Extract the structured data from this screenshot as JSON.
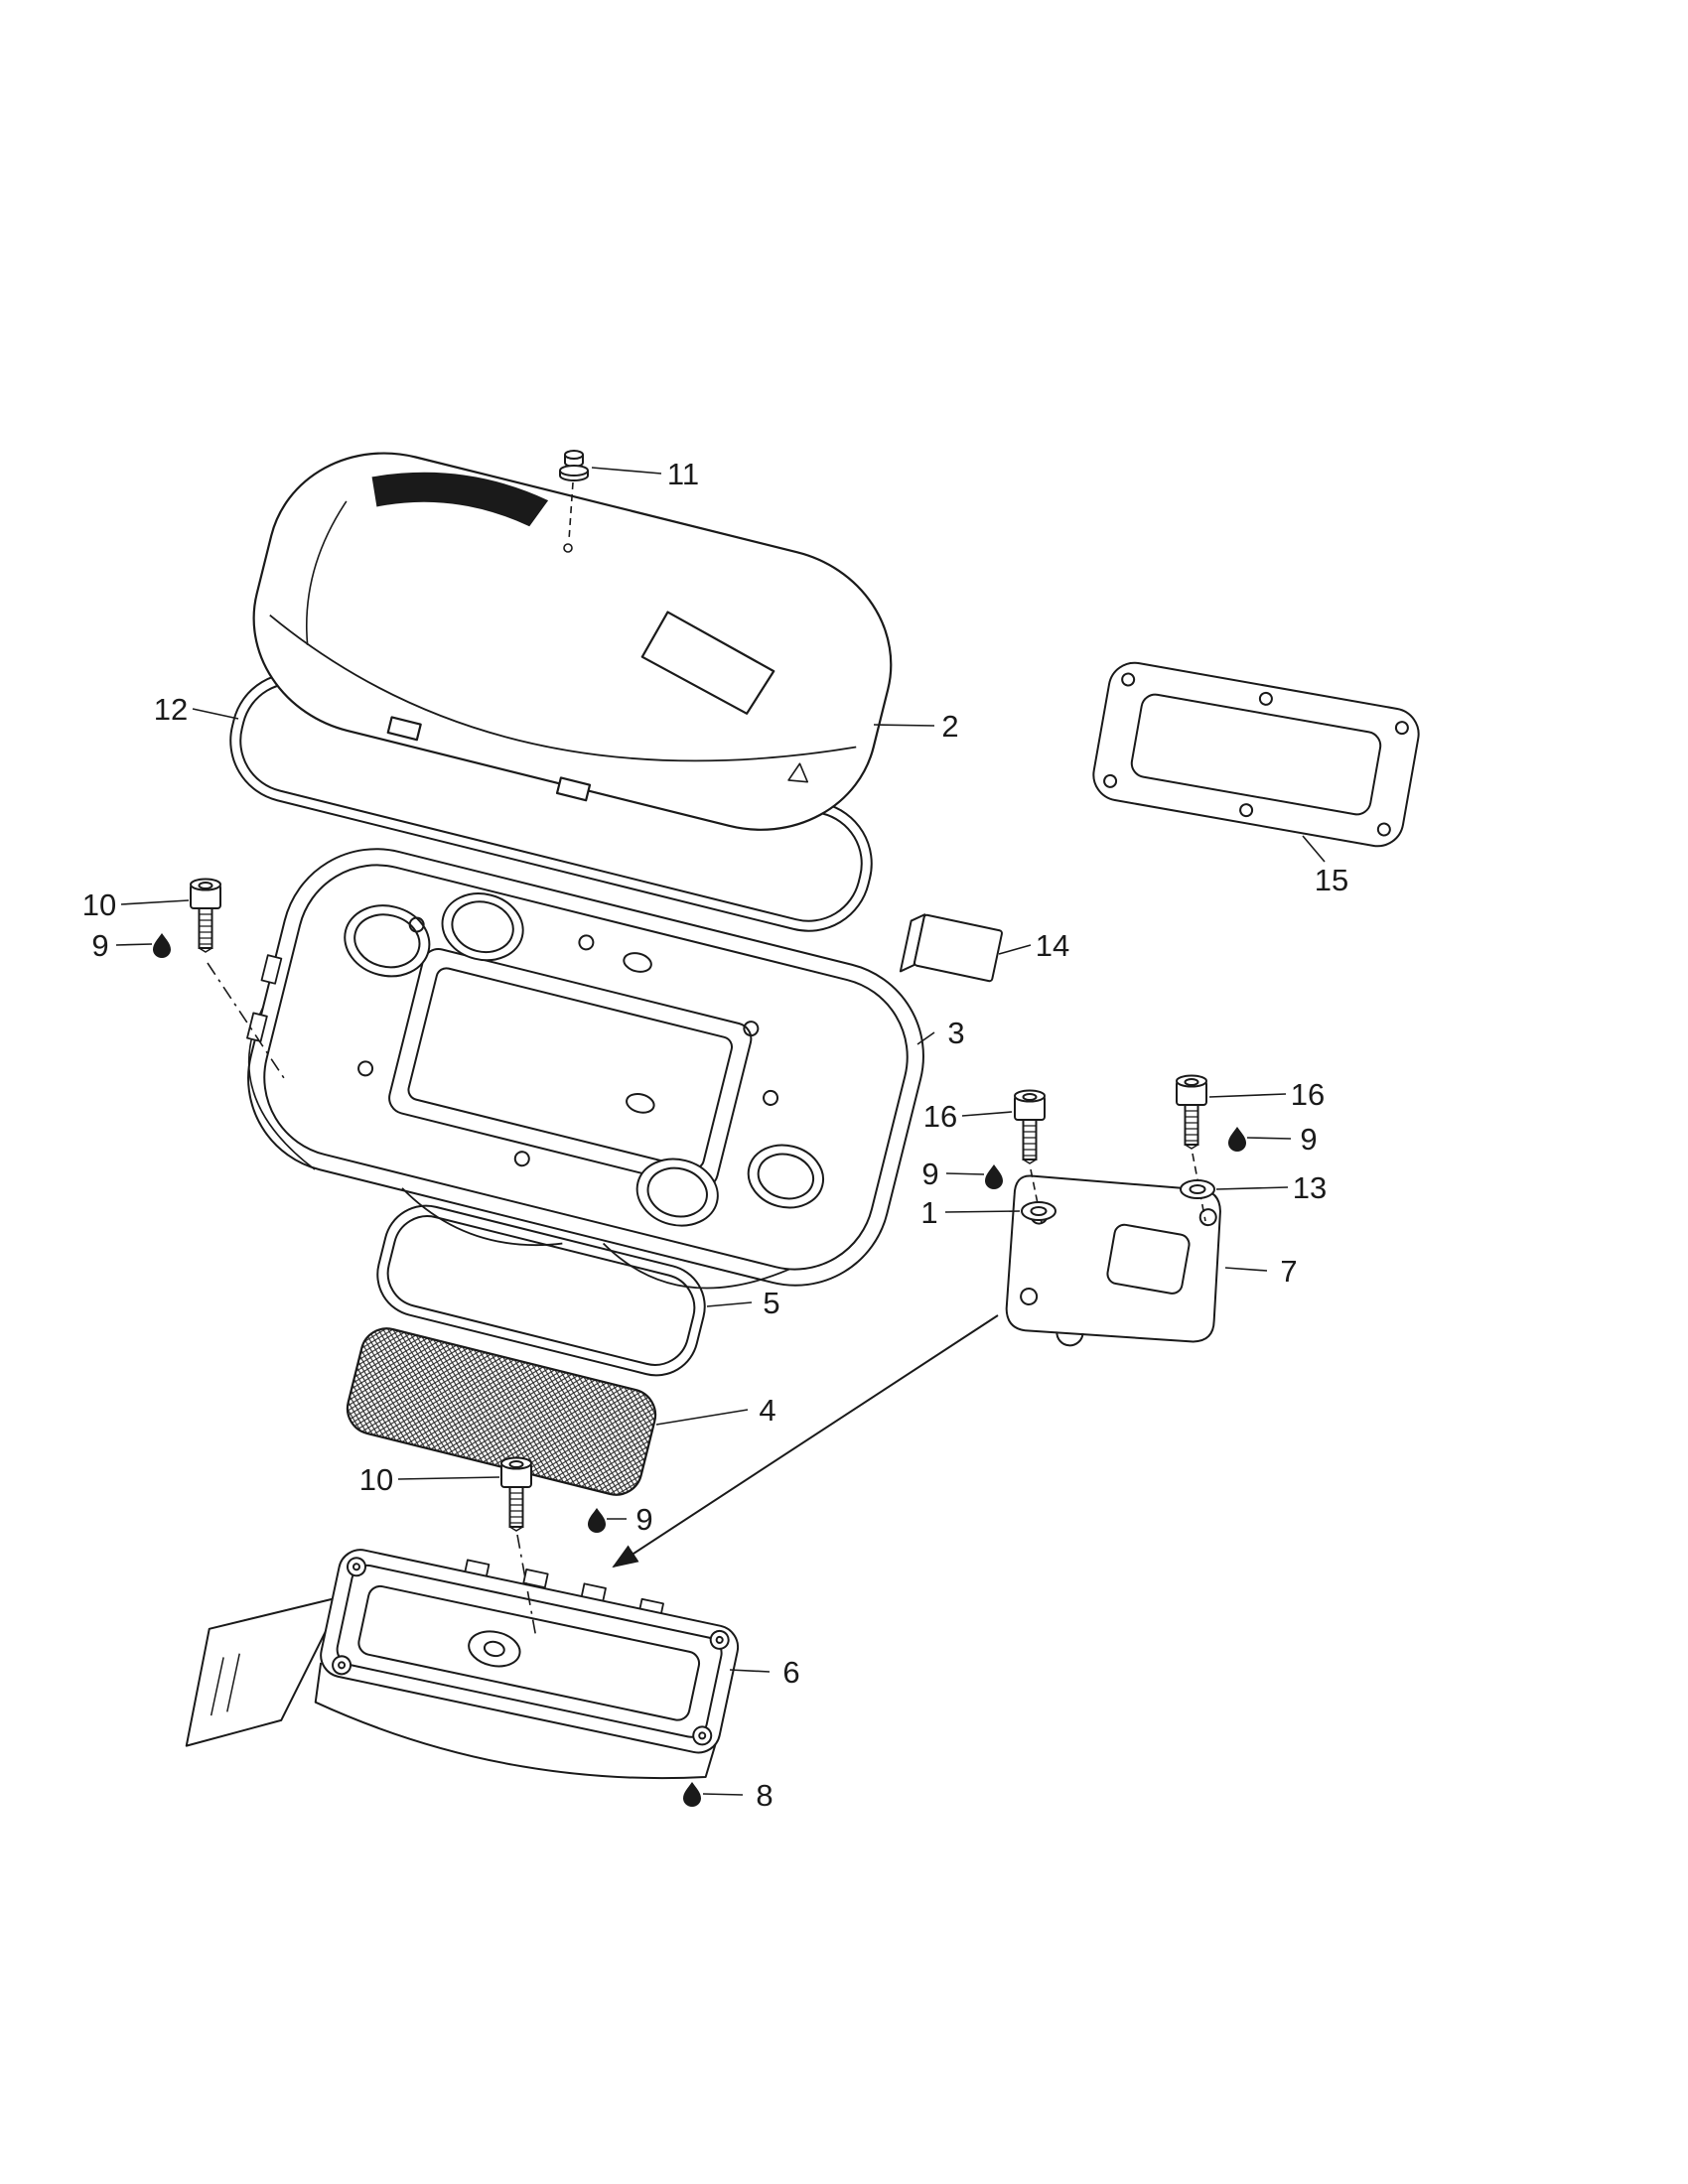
{
  "page": {
    "background": "#ffffff",
    "ink": "#1a1a1a"
  },
  "callouts": [
    {
      "id": "grommet-top",
      "label": "11"
    },
    {
      "id": "cover",
      "label": "2"
    },
    {
      "id": "cover-gasket",
      "label": "12"
    },
    {
      "id": "plate-gasket",
      "label": "15"
    },
    {
      "id": "screw-upper-left",
      "label": "10"
    },
    {
      "id": "lube-upper-left",
      "label": "9"
    },
    {
      "id": "small-pad",
      "label": "14"
    },
    {
      "id": "silencer-body",
      "label": "3"
    },
    {
      "id": "screw-bracket-left",
      "label": "16"
    },
    {
      "id": "lube-bracket-left",
      "label": "9"
    },
    {
      "id": "washer-flat",
      "label": "1"
    },
    {
      "id": "screw-bracket-right",
      "label": "16"
    },
    {
      "id": "lube-bracket-right",
      "label": "9"
    },
    {
      "id": "washer-lock",
      "label": "13"
    },
    {
      "id": "bracket",
      "label": "7"
    },
    {
      "id": "lower-gasket",
      "label": "5"
    },
    {
      "id": "filter-screen",
      "label": "4"
    },
    {
      "id": "screw-lower",
      "label": "10"
    },
    {
      "id": "lube-lower",
      "label": "9"
    },
    {
      "id": "lower-housing",
      "label": "6"
    },
    {
      "id": "lube-bottom",
      "label": "8"
    }
  ]
}
